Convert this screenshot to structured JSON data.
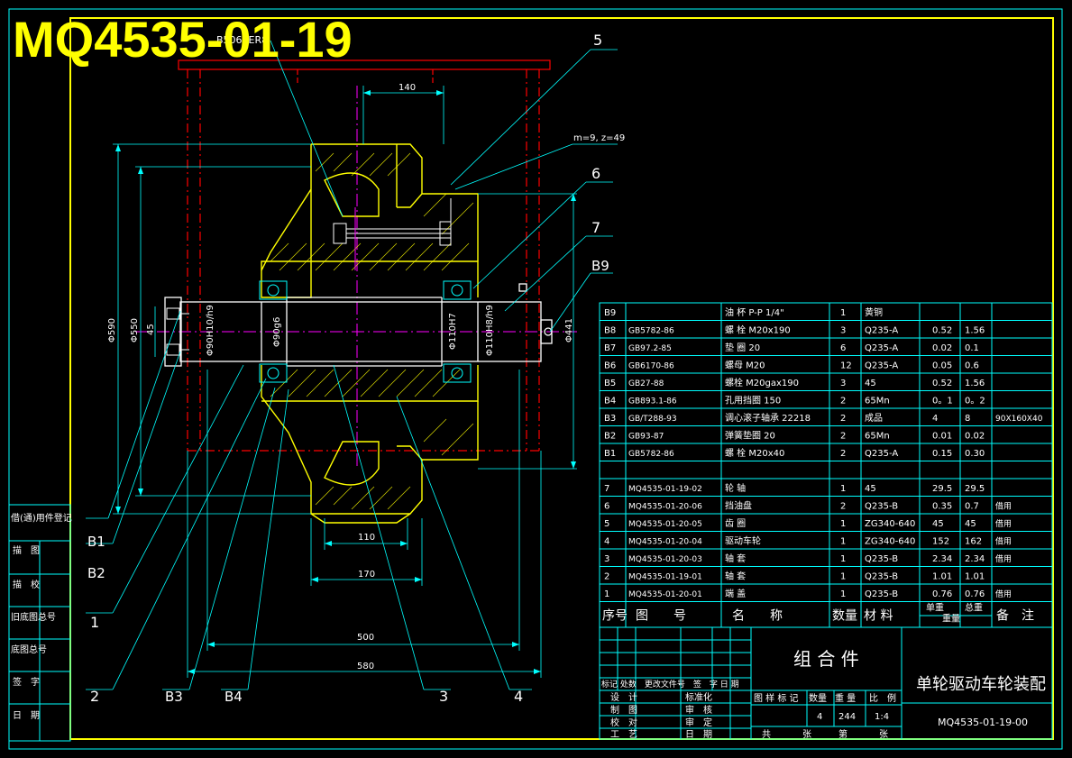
{
  "title_overlay": "MQ4535-01-19",
  "callouts": {
    "c5": "5",
    "c6": "6",
    "c7": "7",
    "cB9": "B9",
    "cB1": "B1",
    "cB2": "B2",
    "c1": "1",
    "c2": "2",
    "cB3": "B3",
    "cB4": "B4",
    "c3": "3",
    "c4": "4"
  },
  "dimensions": {
    "d140": "140",
    "gear_spec": "m=9, z=49",
    "top_code": "B5060ER8",
    "d110": "110",
    "d170": "170",
    "d500": "500",
    "d580": "580",
    "dia_left1": "Φ590",
    "dia_left2": "Φ550",
    "d45": "45",
    "fit1": "Φ90H10/h9",
    "fit2": "Φ90g6",
    "fit3": "Φ110H7",
    "fit4": "Φ110H8/h9",
    "dia_right": "Φ441"
  },
  "left_column": [
    "借(通)用件登记",
    "描　图",
    "描　校",
    "旧底图总号",
    "底图总号",
    "签　字",
    "日　期"
  ],
  "bom": [
    {
      "no": "B9",
      "code": "",
      "name": "油 杯 P-P 1/4\"",
      "qty": "1",
      "mat": "黄铜",
      "unit": "",
      "total": "",
      "remark": ""
    },
    {
      "no": "B8",
      "code": "GB5782-86",
      "name": "螺 栓 M20x190",
      "qty": "3",
      "mat": "Q235-A",
      "unit": "0.52",
      "total": "1.56",
      "remark": ""
    },
    {
      "no": "B7",
      "code": "GB97.2-85",
      "name": "垫 圈 20",
      "qty": "6",
      "mat": "Q235-A",
      "unit": "0.02",
      "total": "0.1",
      "remark": ""
    },
    {
      "no": "B6",
      "code": "GB6170-86",
      "name": "螺母 M20",
      "qty": "12",
      "mat": "Q235-A",
      "unit": "0.05",
      "total": "0.6",
      "remark": ""
    },
    {
      "no": "B5",
      "code": "GB27-88",
      "name": "螺栓 M20gax190",
      "qty": "3",
      "mat": "45",
      "unit": "0.52",
      "total": "1.56",
      "remark": ""
    },
    {
      "no": "B4",
      "code": "GB893.1-86",
      "name": "孔用挡圈 150",
      "qty": "2",
      "mat": "65Mn",
      "unit": "0。1",
      "total": "0。2",
      "remark": ""
    },
    {
      "no": "B3",
      "code": "GB/T288-93",
      "name": "调心滚子轴承 22218",
      "qty": "2",
      "mat": "成品",
      "unit": "4",
      "total": "8",
      "remark": "90X160X40"
    },
    {
      "no": "B2",
      "code": "GB93-87",
      "name": "弹簧垫圈 20",
      "qty": "2",
      "mat": "65Mn",
      "unit": "0.01",
      "total": "0.02",
      "remark": ""
    },
    {
      "no": "B1",
      "code": "GB5782-86",
      "name": "螺 栓 M20x40",
      "qty": "2",
      "mat": "Q235-A",
      "unit": "0.15",
      "total": "0.30",
      "remark": ""
    },
    {
      "no": "",
      "code": "",
      "name": "",
      "qty": "",
      "mat": "",
      "unit": "",
      "total": "",
      "remark": ""
    },
    {
      "no": "7",
      "code": "MQ4535-01-19-02",
      "name": "轮 轴",
      "qty": "1",
      "mat": "45",
      "unit": "29.5",
      "total": "29.5",
      "remark": ""
    },
    {
      "no": "6",
      "code": "MQ4535-01-20-06",
      "name": "挡油盘",
      "qty": "2",
      "mat": "Q235-B",
      "unit": "0.35",
      "total": "0.7",
      "remark": "借用"
    },
    {
      "no": "5",
      "code": "MQ4535-01-20-05",
      "name": "齿 圈",
      "qty": "1",
      "mat": "ZG340-640",
      "unit": "45",
      "total": "45",
      "remark": "借用"
    },
    {
      "no": "4",
      "code": "MQ4535-01-20-04",
      "name": "驱动车轮",
      "qty": "1",
      "mat": "ZG340-640",
      "unit": "152",
      "total": "162",
      "remark": "借用"
    },
    {
      "no": "3",
      "code": "MQ4535-01-20-03",
      "name": "轴 套",
      "qty": "1",
      "mat": "Q235-B",
      "unit": "2.34",
      "total": "2.34",
      "remark": "借用"
    },
    {
      "no": "2",
      "code": "MQ4535-01-19-01",
      "name": "轴 套",
      "qty": "1",
      "mat": "Q235-B",
      "unit": "1.01",
      "total": "1.01",
      "remark": ""
    },
    {
      "no": "1",
      "code": "MQ4535-01-20-01",
      "name": "端 盖",
      "qty": "1",
      "mat": "Q235-B",
      "unit": "0.76",
      "total": "0.76",
      "remark": "借用"
    }
  ],
  "bom_header": {
    "no": "序号",
    "code": "图　　号",
    "name": "名　　称",
    "qty": "数量",
    "mat": "材 料",
    "unit": "单重",
    "total": "总重",
    "weight": "重量",
    "remark": "备　注"
  },
  "title_block": {
    "assembly_label": "组 合 件",
    "drawing_name": "单轮驱动车轮装配",
    "drawing_code": "MQ4535-01-19-00",
    "rev_header": "标记 处数　更改文件号　签　字 日 期",
    "design": "设　计",
    "draw": "制　图",
    "check": "校　对",
    "process": "工　艺",
    "std": "标准化",
    "review": "审　核",
    "approve": "审　定",
    "date": "日　期",
    "stage_label": "图 样 标 记",
    "qty_label": "数量",
    "weight_label": "重 量",
    "scale_label": "比　例",
    "qty_value": "4",
    "weight_value": "244",
    "scale_value": "1:4",
    "sheets_total": "共",
    "sheet_unit": "张",
    "sheet_no": "第",
    "sheet_unit2": "张"
  }
}
